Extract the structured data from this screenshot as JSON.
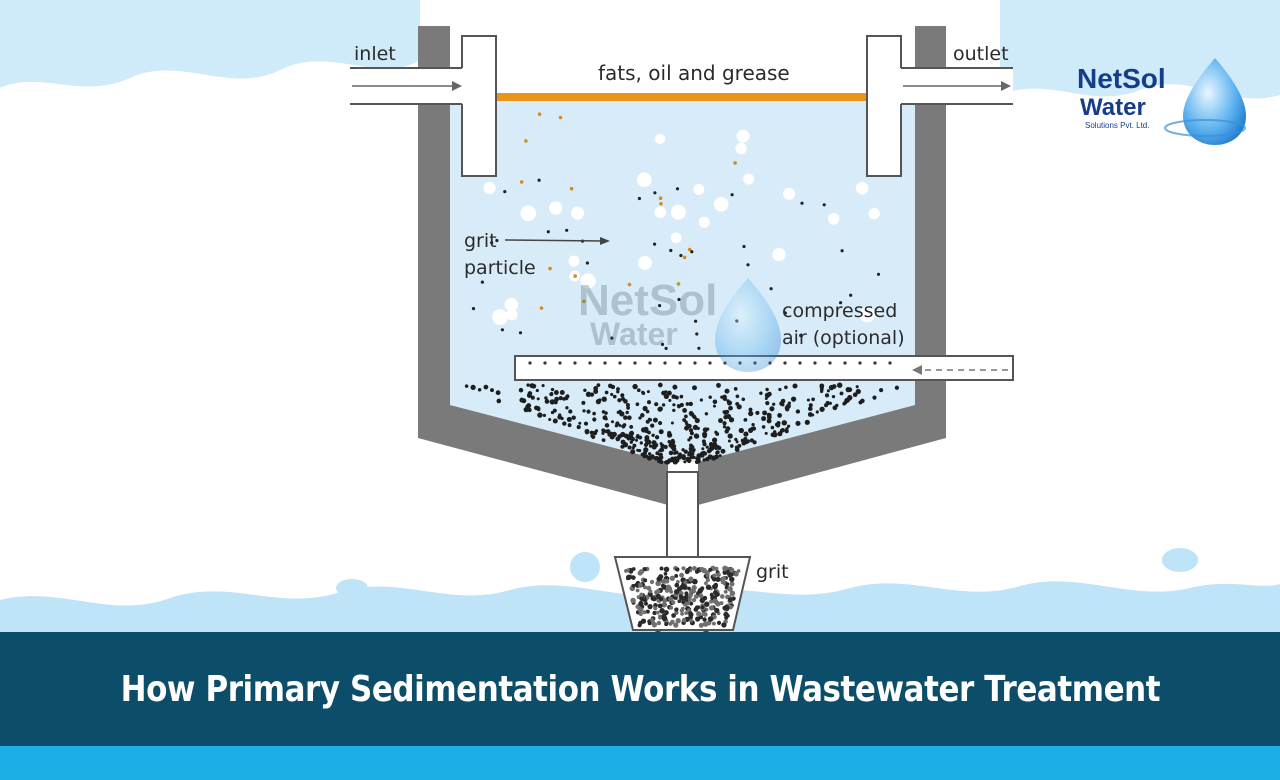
{
  "labels": {
    "inlet": "inlet",
    "outlet": "outlet",
    "fog": "fats, oil and grease",
    "grit_particle_line1": "grit",
    "grit_particle_line2": "particle",
    "air_line1": "compressed",
    "air_line2": "air (optional)",
    "grit_bin": "grit"
  },
  "logo": {
    "line1": "NetSol",
    "line2": "Water",
    "line3": "Solutions Pvt. Ltd."
  },
  "banner": {
    "title": "How Primary Sedimentation Works in Wastewater Treatment"
  },
  "colors": {
    "tank_wall": "#7a7a7a",
    "water": "#d7ecf8",
    "fog_layer": "#e8951a",
    "wave": "#bfe3f7",
    "banner_bg": "#0c4d6a",
    "strip": "#1ab0e6",
    "logo_text": "#163d8a"
  }
}
